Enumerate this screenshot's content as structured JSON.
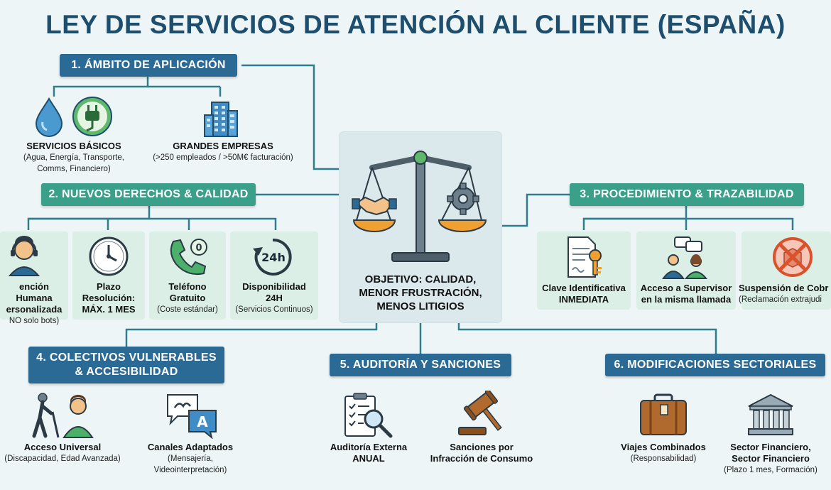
{
  "title": "LEY DE SERVICIOS DE ATENCIÓN AL CLIENTE (ESPAÑA)",
  "center": {
    "objective": [
      "OBJETIVO: CALIDAD,",
      "MENOR FRUSTRACIÓN,",
      "MENOS LITIGIOS"
    ]
  },
  "s1": {
    "header": "1. ÁMBITO DE APLICACIÓN",
    "items": [
      {
        "title": "SERVICIOS BÁSICOS",
        "sub": [
          "(Agua, Energía, Transporte,",
          "Comms, Financiero)"
        ]
      },
      {
        "title": "GRANDES EMPRESAS",
        "sub": [
          "(>250 empleados / >50M€ facturación)"
        ]
      }
    ]
  },
  "s2": {
    "header": "2. NUEVOS DERECHOS & CALIDAD",
    "items": [
      {
        "lines": [
          "ención Humana",
          "ersonalizada"
        ],
        "sub": "NO solo bots)"
      },
      {
        "lines": [
          "Plazo",
          "Resolución:",
          "MÁX. 1 MES"
        ],
        "sub": ""
      },
      {
        "lines": [
          "Teléfono",
          "Gratuito"
        ],
        "sub": "(Coste estándar)"
      },
      {
        "lines": [
          "Disponibilidad",
          "24H"
        ],
        "sub": "(Servicios Continuos)"
      }
    ],
    "badge_24h": "24h"
  },
  "s3": {
    "header": "3. PROCEDIMIENTO & TRAZABILIDAD",
    "items": [
      {
        "lines": [
          "Clave Identificativa",
          "INMEDIATA"
        ],
        "sub": ""
      },
      {
        "lines": [
          "Acceso a Supervisor",
          "en la misma llamada"
        ],
        "sub": ""
      },
      {
        "lines": [
          "Suspensión de Cobr"
        ],
        "sub": "(Reclamación extrajudi"
      }
    ]
  },
  "s4": {
    "header": [
      "4. COLECTIVOS VULNERABLES",
      "& ACCESIBILIDAD"
    ],
    "items": [
      {
        "title": "Acceso Universal",
        "sub": [
          "(Discapacidad, Edad Avanzada)"
        ]
      },
      {
        "title": "Canales Adaptados",
        "sub": [
          "(Mensajería,",
          "Videointerpretación)"
        ]
      }
    ]
  },
  "s5": {
    "header": "5. AUDITORÍA Y SANCIONES",
    "items": [
      {
        "lines": [
          "Auditoría Externa",
          "ANUAL"
        ]
      },
      {
        "lines": [
          "Sanciones por",
          "Infracción de Consumo"
        ]
      }
    ]
  },
  "s6": {
    "header": "6. MODIFICACIONES SECTORIALES",
    "items": [
      {
        "title": "Viajes Combinados",
        "sub": [
          "(Responsabilidad)"
        ]
      },
      {
        "title": "Sector Financiero,",
        "title2": "Sector Financiero",
        "sub": [
          "(Plazo 1 mes, Formación)"
        ]
      }
    ]
  },
  "colors": {
    "blue": "#2b6a94",
    "teal": "#3aa089",
    "title": "#1d4e6e",
    "card": "#dcefe6",
    "orange": "#f0a030"
  }
}
